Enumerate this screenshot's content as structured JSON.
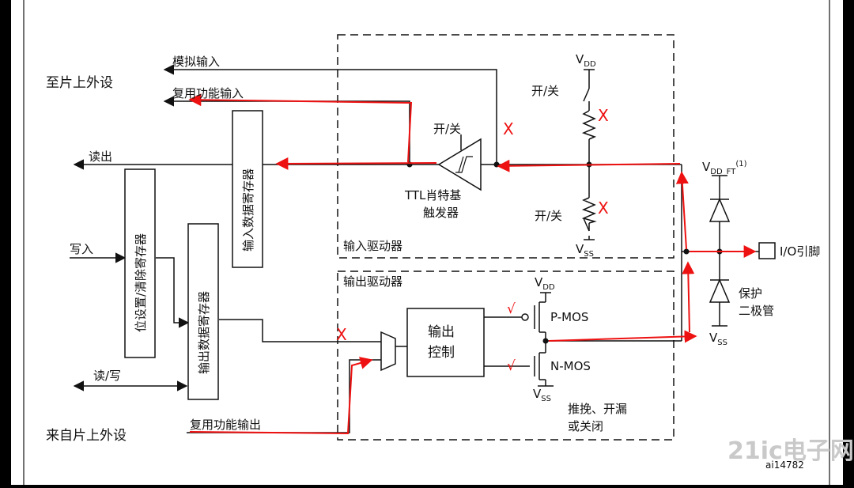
{
  "labels": {
    "to_peripheral": "至片上外设",
    "from_peripheral": "来自片上外设",
    "analog_input": "模拟输入",
    "alt_func_input": "复用功能输入",
    "alt_func_output": "复用功能输出",
    "read_out": "读出",
    "write_in": "写入",
    "read_write": "读/写",
    "input_data_register": "输入数据寄存器",
    "bit_set_reset_register": "位设置/清除寄存器",
    "output_data_register": "输出数据寄存器",
    "on_off_schmitt": "开/关",
    "on_off_pullup": "开/关",
    "on_off_pulldown": "开/关",
    "schmitt_line1": "TTL肖特基",
    "schmitt_line2": "触发器",
    "input_driver": "输入驱动器",
    "output_driver": "输出驱动器",
    "output_control_line1": "输出",
    "output_control_line2": "控制",
    "pmos": "P-MOS",
    "nmos": "N-MOS",
    "mode_line1": "推挽、开漏",
    "mode_line2": "或关闭",
    "io_pin": "I/O引脚",
    "protect_line1": "保护",
    "protect_line2": "二极管",
    "vdd_top": "V",
    "vdd_top_sub": "DD",
    "vss_input": "V",
    "vss_input_sub": "SS",
    "vdd_out": "V",
    "vdd_out_sub": "DD",
    "vss_out": "V",
    "vss_out_sub": "SS",
    "vdd_ft": "V",
    "vdd_ft_sub": "DD_FT",
    "vdd_ft_sup": "(1)",
    "vss_diode": "V",
    "vss_diode_sub": "SS",
    "figure_id": "ai14782",
    "watermark": "21ic电子网"
  },
  "annotations": {
    "cross": "X",
    "check": "√"
  },
  "colors": {
    "line": "#111111",
    "annotation": "#e11111",
    "background": "#ffffff",
    "frame": "#000000"
  }
}
